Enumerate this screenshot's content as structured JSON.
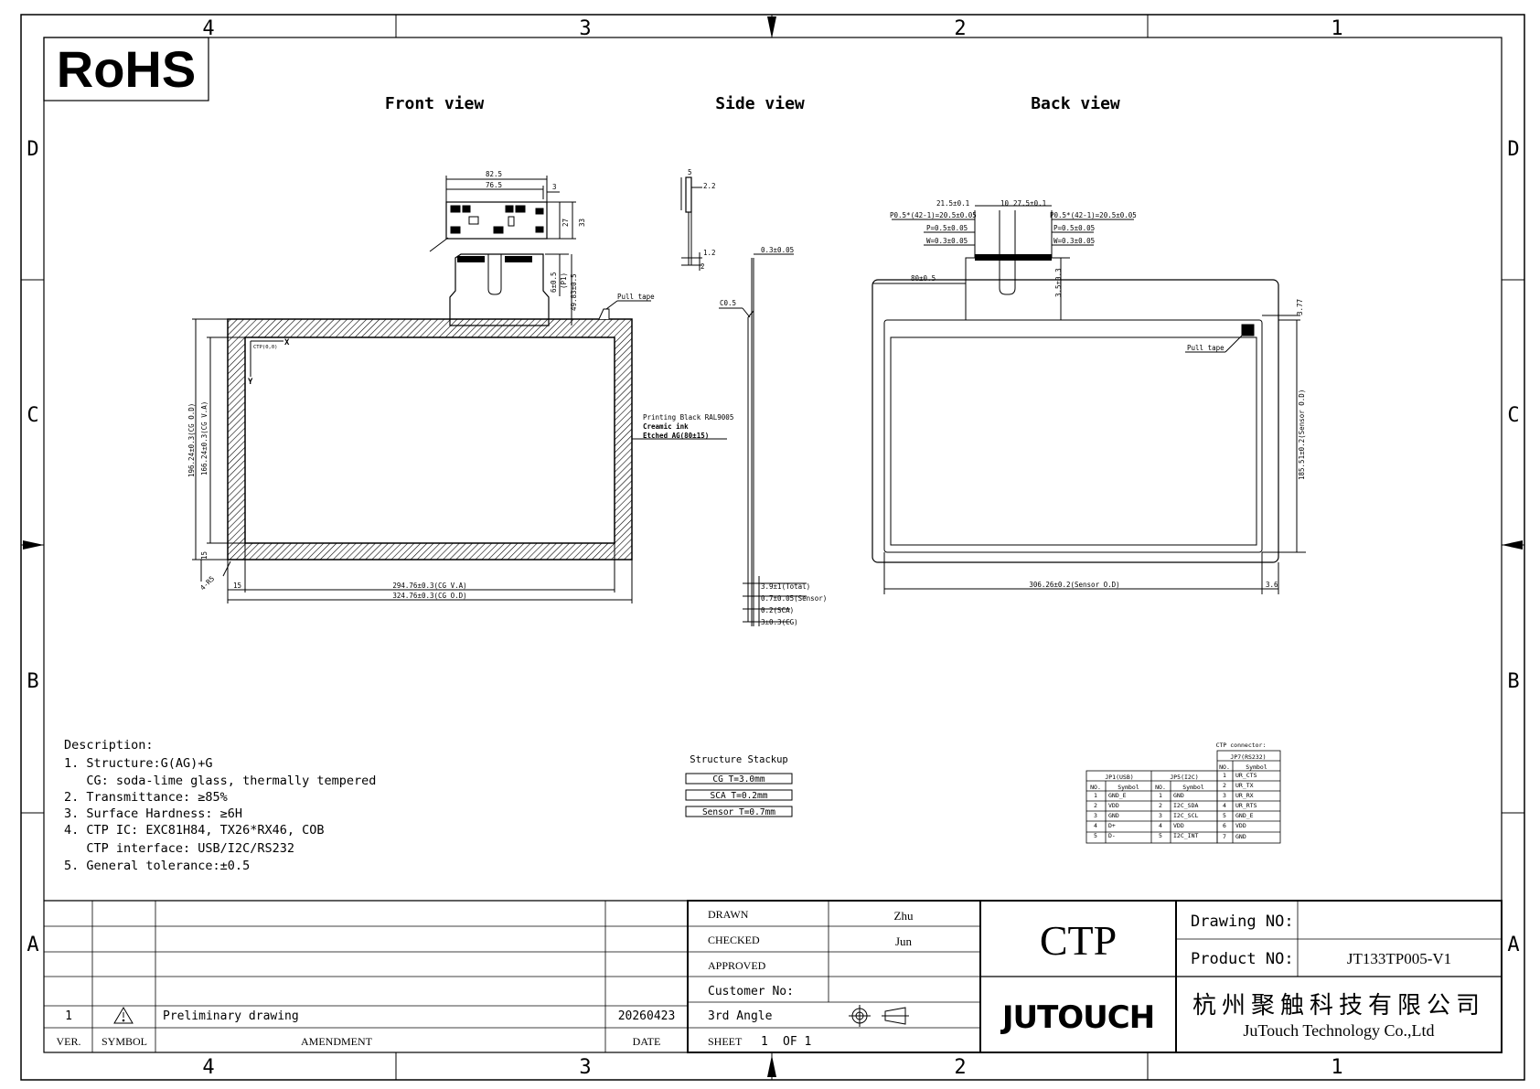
{
  "sheet": {
    "grid_cols_top": [
      "4",
      "3",
      "2",
      "1"
    ],
    "grid_cols_bottom": [
      "4",
      "3",
      "2",
      "1"
    ],
    "grid_rows_left": [
      "D",
      "C",
      "B",
      "A"
    ],
    "grid_rows_right": [
      "D",
      "C",
      "B",
      "A"
    ]
  },
  "rohs_mark": "RoHS",
  "views": {
    "front": "Front view",
    "side": "Side view",
    "back": "Back view"
  },
  "front_view": {
    "fpc_width_outer": "82.5",
    "fpc_width_inner": "76.5",
    "fpc_offset": "3",
    "fpc_h1": "27",
    "fpc_h2": "33",
    "dim_6": "6±0.5",
    "dim_fp1": "(P1)",
    "dim_49": "49.83±0.5",
    "pull_tape": "Pull tape",
    "origin": "CTP(0,0)",
    "axis_x": "X",
    "axis_y": "Y",
    "va_h": "166.24±0.3(CG V.A)",
    "od_h": "196.24±0.3(CG O.D)",
    "corner_15": "15",
    "corner_r": "4-R5",
    "left_15": "15",
    "va_w": "294.76±0.3(CG V.A)",
    "od_w": "324.76±0.3(CG O.D)",
    "callout_print": "Printing Black RAL9005",
    "callout_ink": "Creamic ink",
    "callout_ag": "Etched AG(80±15)"
  },
  "side_view": {
    "d5": "5",
    "d22": "2.2",
    "d12": "1.2",
    "d2": "2",
    "d03": "0.3±0.05",
    "c05": "C0.5",
    "total": "3.9±1(Total)",
    "sensor": "0.7±0.05(Sensor)",
    "sca": "0.2(SCA)",
    "cg": "3±0.3(CG)"
  },
  "back_view": {
    "d21": "21.5±0.1",
    "d10": "10",
    "d27": "27.5±0.1",
    "pitch_l": "P0.5*(42-1)=20.5±0.05",
    "pitch_r": "P0.5*(42-1)=20.5±0.05",
    "p_l": "P=0.5±0.05",
    "p_r": "P=0.5±0.05",
    "w_l": "W=0.3±0.05",
    "w_r": "W=0.3±0.05",
    "d80": "80±0.5",
    "d35": "3.5±0.3",
    "d37": "3.77",
    "pull_tape": "Pull tape",
    "sensor_h": "185.51±0.2(Sensor O.D)",
    "sensor_w": "306.26±0.2(Sensor O.D)",
    "d36": "3.6"
  },
  "description": {
    "heading": "Description:",
    "lines": [
      "1. Structure:G(AG)+G",
      "   CG: soda-lime glass, thermally tempered",
      "2. Transmittance: ≥85%",
      "3. Surface Hardness: ≥6H",
      "4. CTP IC: EXC81H84, TX26*RX46, COB",
      "   CTP interface: USB/I2C/RS232",
      "5. General tolerance:±0.5"
    ]
  },
  "stackup": {
    "title": "Structure Stackup",
    "layers": [
      "CG T=3.0mm",
      "SCA T=0.2mm",
      "Sensor T=0.7mm"
    ]
  },
  "connector": {
    "title": "CTP connector:",
    "jp1": {
      "title": "JP1(USB)",
      "headers": [
        "NO.",
        "Symbol"
      ],
      "rows": [
        [
          "1",
          "GND_E"
        ],
        [
          "2",
          "VDD"
        ],
        [
          "3",
          "GND"
        ],
        [
          "4",
          "D+"
        ],
        [
          "5",
          "D-"
        ]
      ]
    },
    "jp5": {
      "title": "JP5(I2C)",
      "headers": [
        "NO.",
        "Symbol"
      ],
      "rows": [
        [
          "1",
          "GND"
        ],
        [
          "2",
          "I2C_SDA"
        ],
        [
          "3",
          "I2C_SCL"
        ],
        [
          "4",
          "VDD"
        ],
        [
          "5",
          "I2C_INT"
        ]
      ]
    },
    "jp7": {
      "title": "JP7(RS232)",
      "headers": [
        "NO.",
        "Symbol"
      ],
      "rows": [
        [
          "1",
          "UR_CTS"
        ],
        [
          "2",
          "UR_TX"
        ],
        [
          "3",
          "UR_RX"
        ],
        [
          "4",
          "UR_RTS"
        ],
        [
          "5",
          "GND_E"
        ],
        [
          "6",
          "VDD"
        ],
        [
          "7",
          "GND"
        ]
      ]
    }
  },
  "revision": {
    "ver": "1",
    "amendment": "Preliminary drawing",
    "date": "20260423",
    "header_ver": "VER.",
    "header_symbol": "SYMBOL",
    "header_amendment": "AMENDMENT",
    "header_date": "DATE"
  },
  "signoff": {
    "drawn_label": "DRAWN",
    "drawn_value": "Zhu",
    "checked_label": "CHECKED",
    "checked_value": "Jun",
    "approved_label": "APPROVED",
    "customer_label": "Customer No:",
    "angle_label": "3rd Angle",
    "sheet_label": "SHEET",
    "sheet_num": "1",
    "sheet_of": "OF 1"
  },
  "title_block": {
    "product_type": "CTP",
    "logo": "JUTOUCH",
    "drawing_no_label": "Drawing NO:",
    "drawing_no_value": "",
    "product_no_label": "Product NO:",
    "product_no_value": "JT133TP005-V1",
    "company_cn": "杭州聚触科技有限公司",
    "company_en": "JuTouch Technology Co.,Ltd"
  }
}
